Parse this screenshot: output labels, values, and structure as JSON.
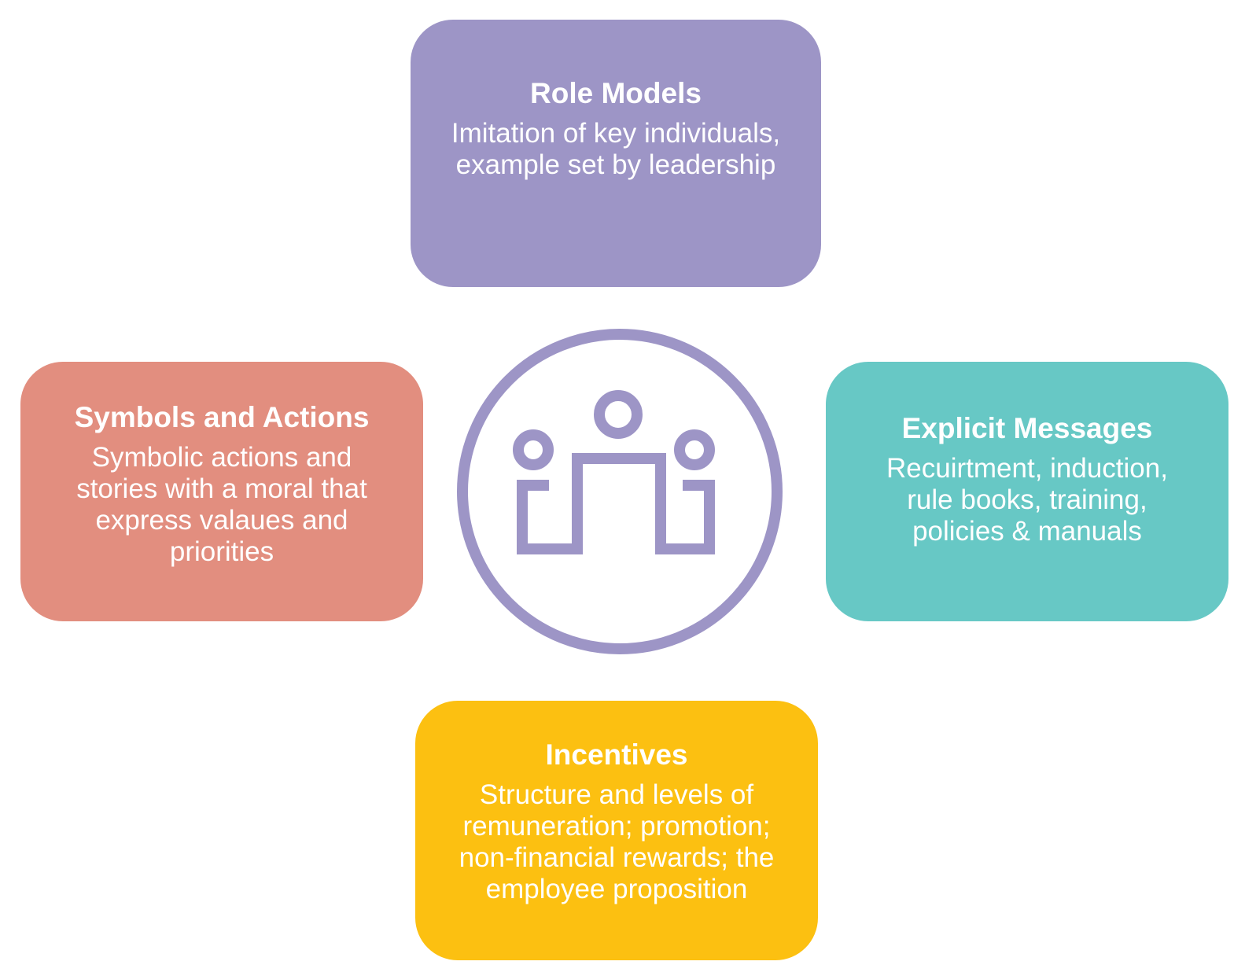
{
  "colors": {
    "role_models": "#9d95c6",
    "symbols_and_actions": "#e28e7f",
    "explicit_messages": "#67c8c5",
    "incentives": "#fcc011",
    "icon": "#9d95c6"
  },
  "center_icon": "people-group-icon",
  "boxes": {
    "role_models": {
      "title": "Role Models",
      "description": "Imitation of key individuals,\nexample set by leadership"
    },
    "symbols_and_actions": {
      "title": "Symbols and Actions",
      "description": "Symbolic actions and\nstories with a moral that\nexpress valaues and\npriorities"
    },
    "explicit_messages": {
      "title": "Explicit Messages",
      "description": "Recuirtment, induction,\nrule books, training,\npolicies & manuals"
    },
    "incentives": {
      "title": "Incentives",
      "description": "Structure and levels of\nremuneration; promotion;\nnon-financial rewards; the\nemployee proposition"
    }
  }
}
